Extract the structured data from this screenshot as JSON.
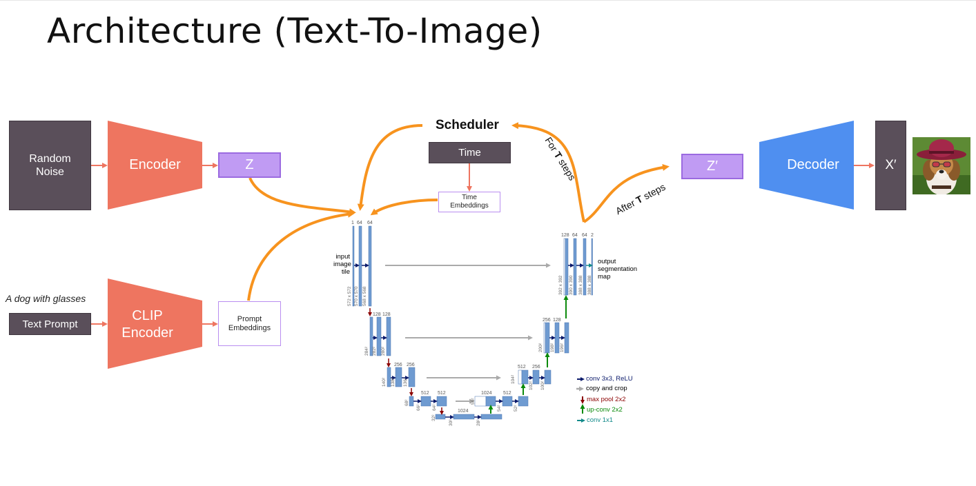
{
  "slide": {
    "title": "Architecture (Text-To-Image)"
  },
  "left": {
    "random_noise": "Random\nNoise",
    "encoder": "Encoder",
    "z": "Z",
    "caption": "A dog with glasses",
    "text_prompt": "Text Prompt",
    "clip_encoder": "CLIP\nEncoder",
    "prompt_embeddings": "Prompt\nEmbeddings"
  },
  "center": {
    "scheduler": "Scheduler",
    "time": "Time",
    "time_embeddings": "Time\nEmbeddings",
    "for_steps_pre": "For ",
    "for_steps_t": "T",
    "for_steps_post": " steps",
    "after_steps_pre": "After ",
    "after_steps_t": "T",
    "after_steps_post": " steps"
  },
  "right": {
    "z_prime": "Z′",
    "decoder": "Decoder",
    "x_prime": "X′"
  },
  "unet": {
    "input_label_1": "input",
    "input_label_2": "image",
    "input_label_3": "tile",
    "output_label_1": "output",
    "output_label_2": "segmentation",
    "output_label_3": "map",
    "channels": {
      "c1": "1",
      "c64a": "64",
      "c64b": "64",
      "c128a": "128",
      "c128b": "128",
      "c256a": "256",
      "c256b": "256",
      "c512a": "512",
      "c512b": "512",
      "c1024a": "1024",
      "c1024b": "1024",
      "d512a": "512",
      "d512b": "512",
      "d256a": "256",
      "d256b": "256",
      "d128a": "256",
      "d128b": "128",
      "o128": "128",
      "o64a": "64",
      "o64b": "64",
      "o2": "2"
    },
    "sizes": {
      "s572": "572 x 572",
      "s570": "570 x 570",
      "s568": "568 x 568",
      "s284": "284²",
      "s282": "282²",
      "s280": "280²",
      "s140": "140²",
      "s138": "138²",
      "s136": "136²",
      "s68": "68²",
      "s66": "66²",
      "s64": "64²",
      "s32": "32²",
      "s30": "30²",
      "s28": "28²",
      "s56": "56²",
      "s54": "54²",
      "s52": "52²",
      "s104": "104²",
      "s102": "102²",
      "s100": "100²",
      "s200": "200²",
      "s198": "198²",
      "s196": "196²",
      "s392": "392 x 392",
      "s390": "390 x 390",
      "s388a": "388 x 388",
      "s388b": "388 x 388"
    },
    "legend": {
      "conv": "conv 3x3, ReLU",
      "copy": "copy and crop",
      "pool": "max pool 2x2",
      "upconv": "up-conv 2x2",
      "conv1": "conv 1x1"
    }
  },
  "colors": {
    "dark_box": "#5a4f5a",
    "encoder": "#ee7560",
    "decoder": "#4f8ff0",
    "latent": "#c09bf3",
    "flow_arrow": "#f7931e",
    "link_arrow": "#ee7560",
    "unet_block": "#6f9bd1"
  },
  "icons": {
    "photo": "dog-with-red-hat-and-sunglasses-image"
  }
}
